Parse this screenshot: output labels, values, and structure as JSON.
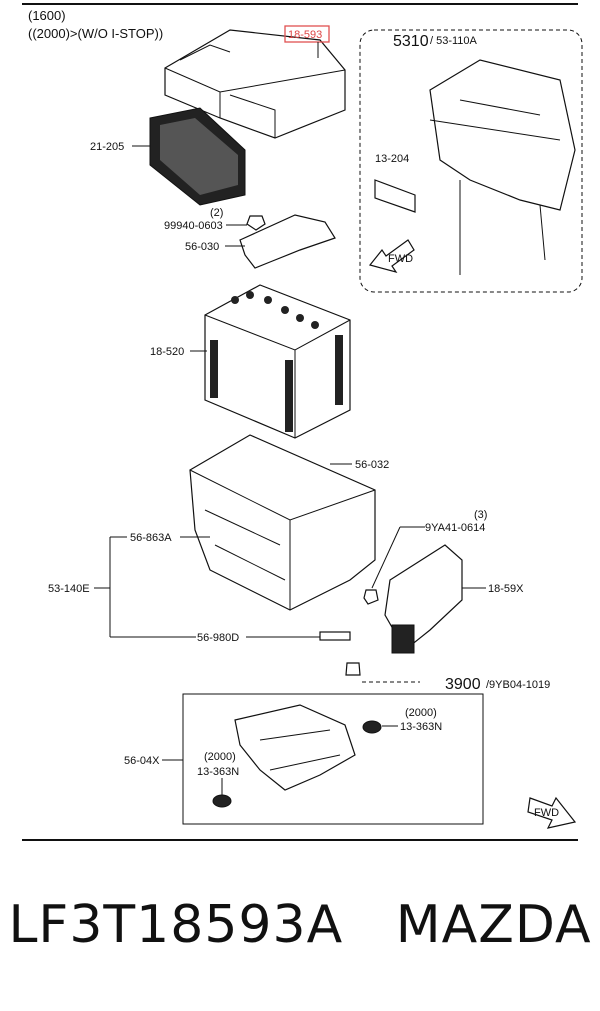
{
  "header": {
    "line1": "(1600)",
    "line2": "((2000)>(W/O I-STOP))"
  },
  "highlight": {
    "label": "18-593",
    "color": "#e05050"
  },
  "labels": {
    "l21_205": "21-205",
    "l99940_0603": "99940-0603",
    "l99940_qty": "(2)",
    "l56_030": "56-030",
    "l18_520": "18-520",
    "l56_032": "56-032",
    "l56_863a": "56-863A",
    "l53_140e": "53-140E",
    "l9ya41_0614": "9YA41-0614",
    "l9ya41_qty": "(3)",
    "l18_59x": "18-59X",
    "l56_980d": "56-980D",
    "l56_04x": "56-04X",
    "l13_363n_right": "13-363N",
    "l13_363n_right_note": "(2000)",
    "l13_363n_left": "13-363N",
    "l13_363n_left_note": "(2000)",
    "l13_204": "13-204"
  },
  "refs": {
    "ref_5310": "5310",
    "ref_5310_sub": "/ 53-110A",
    "ref_3900": "3900",
    "ref_3900_sub": "/9YB04-1019"
  },
  "fwd": {
    "label": "FWD"
  },
  "caption": {
    "part_number": "LF3T18593A",
    "brand": "MAZDA",
    "text": "LF3T18593A   MAZDA"
  }
}
